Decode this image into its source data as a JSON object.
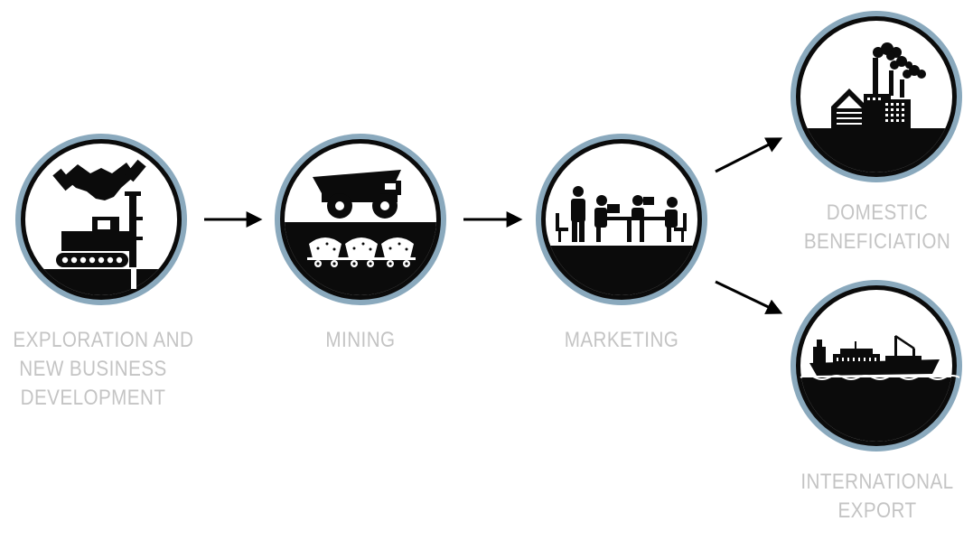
{
  "stages": [
    {
      "id": "exploration",
      "label_lines": [
        "EXPLORATION AND",
        "NEW BUSINESS",
        "DEVELOPMENT"
      ],
      "icon": "handshake-drill-rig-icon"
    },
    {
      "id": "mining",
      "label_lines": [
        "MINING"
      ],
      "icon": "haul-truck-ore-carts-icon"
    },
    {
      "id": "marketing",
      "label_lines": [
        "MARKETING"
      ],
      "icon": "meeting-table-icon"
    },
    {
      "id": "domestic",
      "label_lines": [
        "DOMESTIC",
        "BENEFICIATION"
      ],
      "icon": "factory-icon"
    },
    {
      "id": "export",
      "label_lines": [
        "INTERNATIONAL",
        "EXPORT"
      ],
      "icon": "cargo-ship-icon"
    }
  ],
  "colors": {
    "ring": "#8aa9bd",
    "ink": "#0b0b0b",
    "label": "#c4c4c4",
    "arrow": "#000000"
  }
}
